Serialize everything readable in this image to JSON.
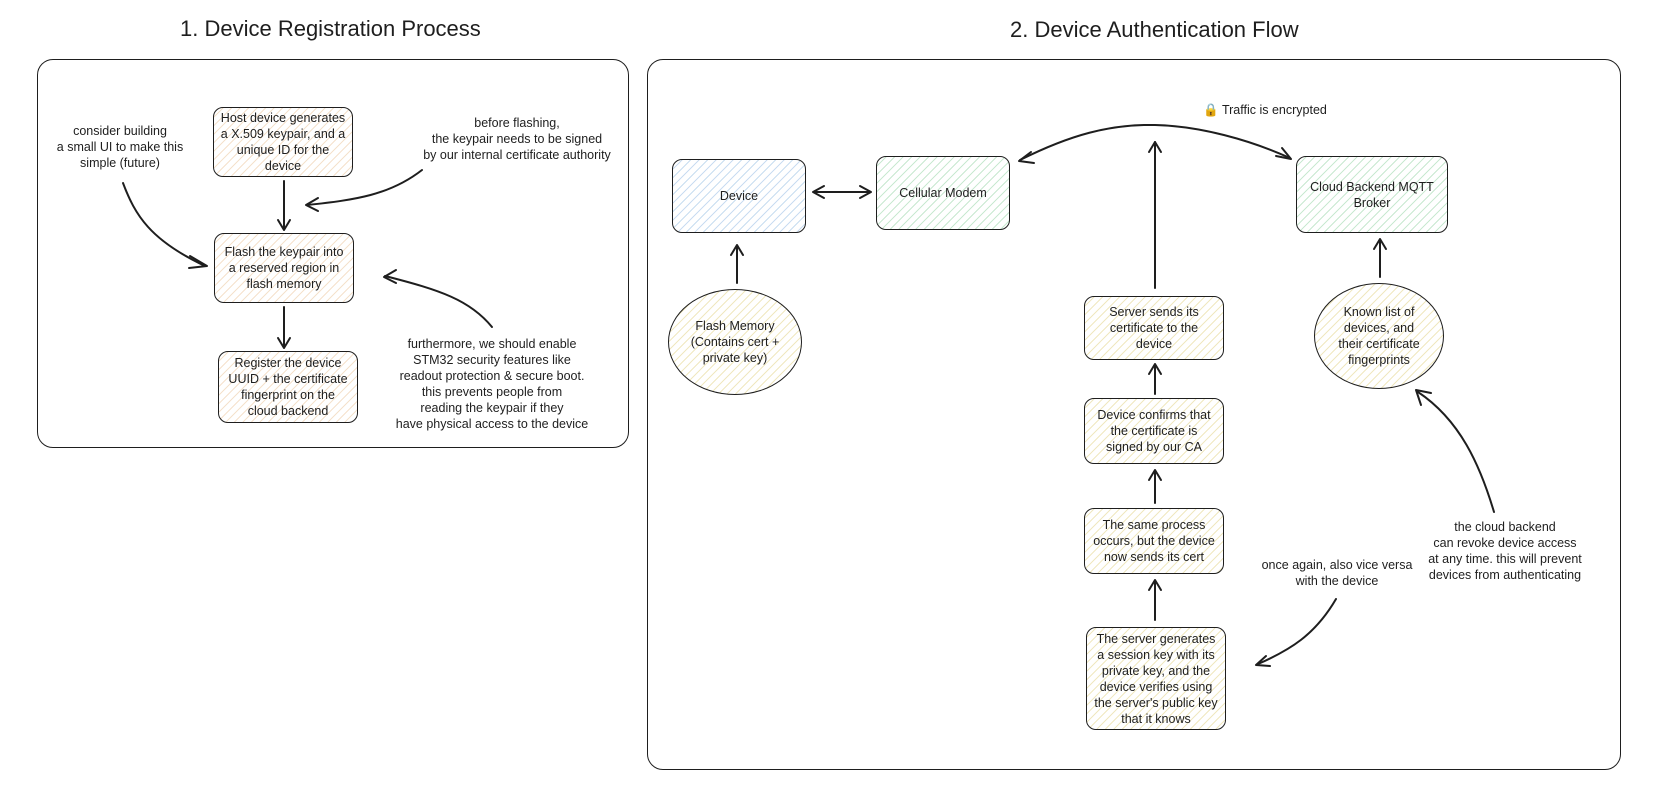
{
  "section_registration": {
    "title": "1. Device Registration Process",
    "nodes": {
      "generate": "Host device generates a X.509 keypair, and a unique ID for the device",
      "flash": "Flash the keypair into a reserved region in flash memory",
      "register": "Register the device UUID + the certificate fingerprint on the cloud backend"
    },
    "notes": {
      "ui": "consider building\na small UI to make this\nsimple (future)",
      "signing": "before flashing,\nthe keypair needs to be signed\nby our internal certificate authority",
      "security": "furthermore, we should enable\nSTM32 security features like\nreadout protection & secure boot.\nthis prevents people from\nreading the keypair if they\nhave physical access to the device"
    }
  },
  "section_authentication": {
    "title": "2. Device Authentication Flow",
    "nodes": {
      "device": "Device",
      "modem": "Cellular Modem",
      "broker": "Cloud Backend MQTT Broker",
      "flash_memory": "Flash Memory (Contains cert + private key)",
      "known_list": "Known list of devices, and their certificate fingerprints",
      "server_sends": "Server sends its certificate to the device",
      "device_confirms": "Device confirms that the certificate is signed by our CA",
      "same_process": "The same process occurs, but the device now sends its cert",
      "session_key": "The server generates a session key with its private key, and the device verifies using the server's public key that it knows"
    },
    "notes": {
      "traffic": "🔒 Traffic is encrypted",
      "vice_versa": "once again, also vice versa\nwith the device",
      "revoke": "the cloud backend\ncan revoke device access\nat any time. this will prevent\ndevices from authenticating"
    }
  },
  "colors": {
    "stroke": "#1e1e1e",
    "hatch_orange": "#e2aa6e",
    "hatch_yellow": "#d7c35a",
    "hatch_blue": "#78aadc",
    "hatch_green": "#78c88c"
  },
  "icons": [
    "lock-icon"
  ]
}
